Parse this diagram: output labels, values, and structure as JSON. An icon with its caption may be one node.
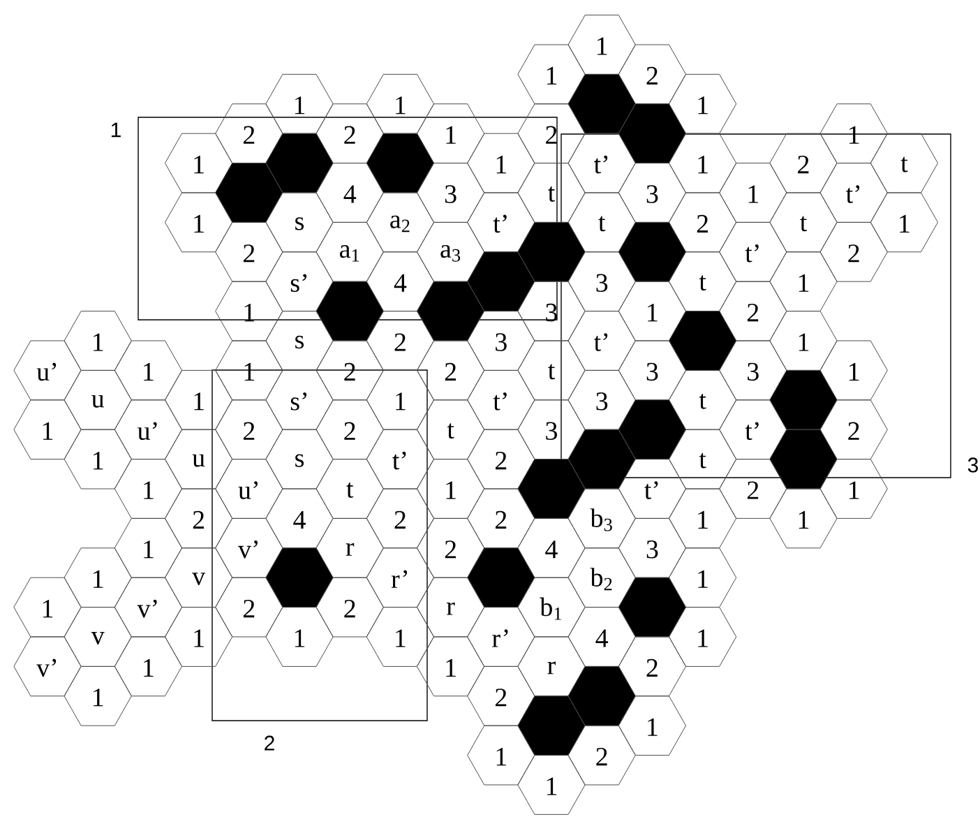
{
  "diagram": {
    "nodes": [
      {
        "text": [
          "1"
        ]
      },
      {
        "text": [
          "1"
        ]
      },
      {
        "text": [
          "2"
        ]
      },
      {
        "text": [
          "1"
        ]
      },
      {
        "text": [
          "1"
        ]
      },
      {
        "text": [],
        "shape": "hexagon"
      },
      {
        "text": [
          "1"
        ]
      },
      {
        "text": [
          "2"
        ]
      },
      {
        "text": [
          "2"
        ]
      },
      {
        "text": [
          "1"
        ]
      },
      {
        "text": [
          "2"
        ]
      },
      {
        "text": [],
        "shape": "hexagon"
      },
      {
        "text": [
          "1"
        ]
      },
      {
        "text": [
          "1"
        ]
      },
      {
        "text": [],
        "shape": "hexagon"
      },
      {
        "text": [],
        "shape": "hexagon"
      },
      {
        "text": [
          "1"
        ]
      },
      {
        "text": [
          "t’"
        ]
      },
      {
        "text": [
          "1"
        ]
      },
      {
        "text": [
          "2"
        ]
      },
      {
        "text": [
          "t"
        ]
      },
      {
        "text": [],
        "shape": "hexagon"
      },
      {
        "text": [
          "4"
        ]
      },
      {
        "text": [
          "3"
        ]
      },
      {
        "text": [
          "t"
        ]
      },
      {
        "text": [
          "3"
        ]
      },
      {
        "text": [
          "1"
        ]
      },
      {
        "text": [
          "t’"
        ]
      },
      {
        "text": [
          "1"
        ]
      },
      {
        "text": [
          "s"
        ]
      },
      {
        "text": [
          "a$_{2}$"
        ]
      },
      {
        "text": [
          "t’"
        ]
      },
      {
        "text": [
          "t"
        ]
      },
      {
        "text": [
          "2"
        ]
      },
      {
        "text": [
          "t"
        ]
      },
      {
        "text": [
          "1"
        ]
      },
      {
        "text": [
          "2"
        ]
      },
      {
        "text": [
          "a$_{1}$"
        ]
      },
      {
        "text": [
          "a$_{3}$"
        ]
      },
      {
        "text": [],
        "shape": "hexagon"
      },
      {
        "text": [],
        "shape": "hexagon"
      },
      {
        "text": [
          "t’"
        ]
      },
      {
        "text": [
          "2"
        ]
      },
      {
        "text": [
          "s’"
        ]
      },
      {
        "text": [
          "4"
        ]
      },
      {
        "text": [],
        "shape": "hexagon"
      },
      {
        "text": [
          "3"
        ]
      },
      {
        "text": [
          "t"
        ]
      },
      {
        "text": [
          "1"
        ]
      },
      {
        "text": [
          "1"
        ]
      },
      {
        "text": [],
        "shape": "hexagon"
      },
      {
        "text": [],
        "shape": "hexagon"
      },
      {
        "text": [
          "3"
        ]
      },
      {
        "text": [
          "1"
        ]
      },
      {
        "text": [
          "2"
        ]
      },
      {
        "text": [
          "1"
        ]
      },
      {
        "text": [
          "s"
        ]
      },
      {
        "text": [
          "2"
        ]
      },
      {
        "text": [
          "3"
        ]
      },
      {
        "text": [
          "t’"
        ]
      },
      {
        "text": [],
        "shape": "hexagon"
      },
      {
        "text": [
          "1"
        ]
      },
      {
        "text": [
          "u’"
        ]
      },
      {
        "text": [
          "1"
        ]
      },
      {
        "text": [
          "1"
        ]
      },
      {
        "text": [
          "2"
        ]
      },
      {
        "text": [
          "2"
        ]
      },
      {
        "text": [
          "t"
        ]
      },
      {
        "text": [
          "3"
        ]
      },
      {
        "text": [
          "3"
        ]
      },
      {
        "text": [
          "1"
        ]
      },
      {
        "text": [
          "u"
        ]
      },
      {
        "text": [
          "1"
        ]
      },
      {
        "text": [
          "s’"
        ]
      },
      {
        "text": [
          "1"
        ]
      },
      {
        "text": [
          "t’"
        ]
      },
      {
        "text": [
          "3"
        ]
      },
      {
        "text": [
          "t"
        ]
      },
      {
        "text": [],
        "shape": "hexagon"
      },
      {
        "text": [
          "1"
        ]
      },
      {
        "text": [
          "u’"
        ]
      },
      {
        "text": [
          "2"
        ]
      },
      {
        "text": [
          "2"
        ]
      },
      {
        "text": [
          "t"
        ]
      },
      {
        "text": [
          "3"
        ]
      },
      {
        "text": [],
        "shape": "hexagon"
      },
      {
        "text": [
          "t’"
        ]
      },
      {
        "text": [
          "2"
        ]
      },
      {
        "text": [
          "1"
        ]
      },
      {
        "text": [
          "u"
        ]
      },
      {
        "text": [
          "s"
        ]
      },
      {
        "text": [
          "t’"
        ]
      },
      {
        "text": [
          "2"
        ]
      },
      {
        "text": [],
        "shape": "hexagon"
      },
      {
        "text": [
          "t"
        ]
      },
      {
        "text": [],
        "shape": "hexagon"
      },
      {
        "text": [
          "1"
        ]
      },
      {
        "text": [
          "u’"
        ]
      },
      {
        "text": [
          "t"
        ]
      },
      {
        "text": [
          "1"
        ]
      },
      {
        "text": [],
        "shape": "hexagon"
      },
      {
        "text": [
          "t’"
        ]
      },
      {
        "text": [
          "2"
        ]
      },
      {
        "text": [
          "1"
        ]
      },
      {
        "text": [
          "2"
        ]
      },
      {
        "text": [
          "4"
        ]
      },
      {
        "text": [
          "2"
        ]
      },
      {
        "text": [
          "2"
        ]
      },
      {
        "text": [
          "b$_{3}$"
        ]
      },
      {
        "text": [
          "1"
        ]
      },
      {
        "text": [
          "1"
        ]
      },
      {
        "text": [
          "1"
        ]
      },
      {
        "text": [
          "v’"
        ]
      },
      {
        "text": [
          "r"
        ]
      },
      {
        "text": [
          "2"
        ]
      },
      {
        "text": [
          "4"
        ]
      },
      {
        "text": [
          "3"
        ]
      },
      {
        "text": [
          "1"
        ]
      },
      {
        "text": [
          "v"
        ]
      },
      {
        "text": [],
        "shape": "hexagon"
      },
      {
        "text": [
          "r’"
        ]
      },
      {
        "text": [],
        "shape": "hexagon"
      },
      {
        "text": [
          "b$_{2}$"
        ]
      },
      {
        "text": [
          "1"
        ]
      },
      {
        "text": [
          "1"
        ]
      },
      {
        "text": [
          "v’"
        ]
      },
      {
        "text": [
          "2"
        ]
      },
      {
        "text": [
          "2"
        ]
      },
      {
        "text": [
          "r"
        ]
      },
      {
        "text": [
          "b$_{1}$"
        ]
      },
      {
        "text": [],
        "shape": "hexagon"
      },
      {
        "text": [
          "v"
        ]
      },
      {
        "text": [
          "1"
        ]
      },
      {
        "text": [
          "1"
        ]
      },
      {
        "text": [
          "1"
        ]
      },
      {
        "text": [
          "r’"
        ]
      },
      {
        "text": [
          "4"
        ]
      },
      {
        "text": [
          "1"
        ]
      },
      {
        "text": [
          "v’"
        ]
      },
      {
        "text": [
          "1"
        ]
      },
      {
        "text": [
          "1"
        ]
      },
      {
        "text": [
          "r"
        ]
      },
      {
        "text": [
          "2"
        ]
      },
      {
        "text": [
          "1"
        ]
      },
      {
        "text": [
          "2"
        ]
      },
      {
        "text": [],
        "shape": "hexagon"
      },
      {
        "text": [],
        "shape": "hexagon"
      },
      {
        "text": [
          "1"
        ]
      },
      {
        "text": [
          "1"
        ]
      },
      {
        "text": [
          "2"
        ]
      },
      {
        "text": [
          "1"
        ]
      }
    ],
    "labels": [
      "1",
      "3",
      "2"
    ]
  }
}
